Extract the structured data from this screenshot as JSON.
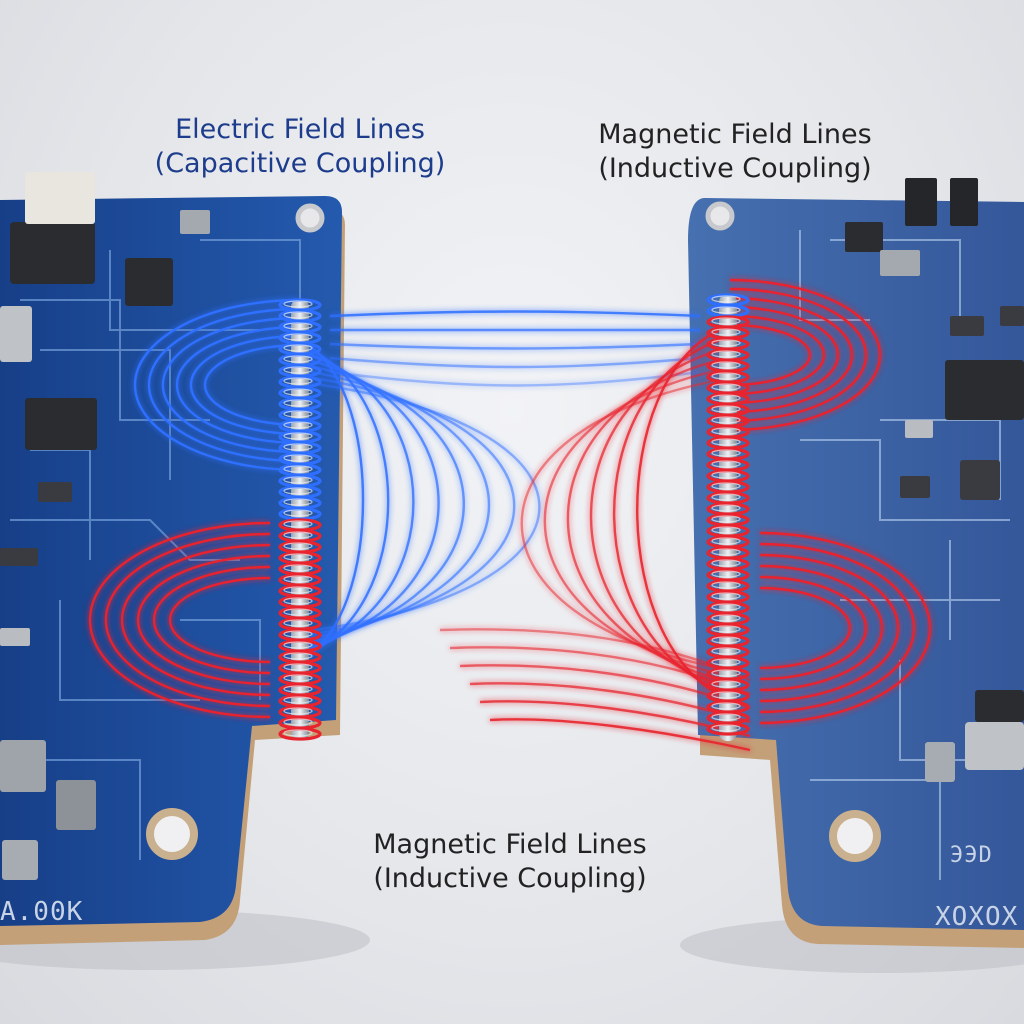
{
  "labels": {
    "electric_title": "Electric Field Lines",
    "electric_sub": "(Capacitive Coupling)",
    "magnetic_right_title": "Magnetic Field Lines",
    "magnetic_right_sub": "(Inductive Coupling)",
    "magnetic_bottom_title": "Magnetic Field Lines",
    "magnetic_bottom_sub": "(Inductive Coupling)"
  },
  "silkscreen": {
    "left_board": "A.00K",
    "right_board": "XOXOX",
    "right_board_small": "ЭЭD"
  },
  "colors": {
    "electric": "#2f6fff",
    "magnetic": "#e8242e",
    "board_left": "#1f4a9a",
    "board_right": "#3a5f9e",
    "edge": "#c9a27a"
  }
}
